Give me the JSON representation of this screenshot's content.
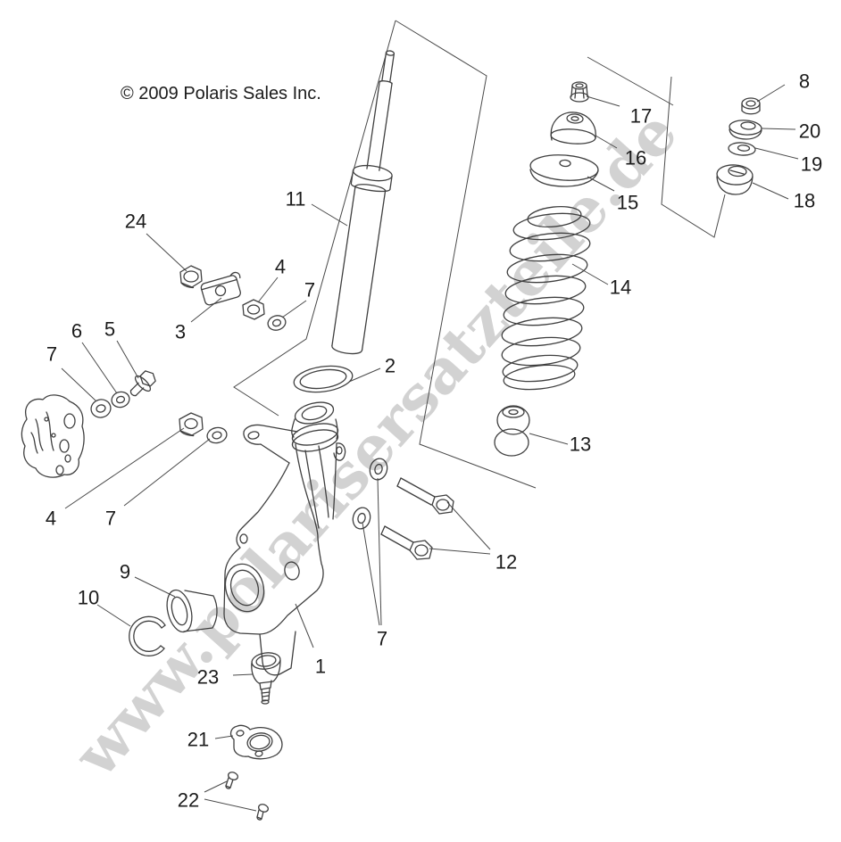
{
  "header": {
    "copyright": "© 2009 Polaris Sales Inc."
  },
  "watermark": {
    "text": "www.polarisersatzteile.de",
    "color": "#c7c7c7"
  },
  "diagram": {
    "description": "Exploded parts diagram of a front strut, spring and steering knuckle assembly",
    "line_color": "#3f3f3f",
    "label_color": "#1b1b1b",
    "callouts": [
      "1",
      "2",
      "3",
      "4",
      "4",
      "5",
      "6",
      "7",
      "7",
      "7",
      "7",
      "8",
      "9",
      "10",
      "11",
      "12",
      "13",
      "14",
      "15",
      "16",
      "17",
      "18",
      "19",
      "20",
      "21",
      "22",
      "23",
      "24"
    ]
  }
}
